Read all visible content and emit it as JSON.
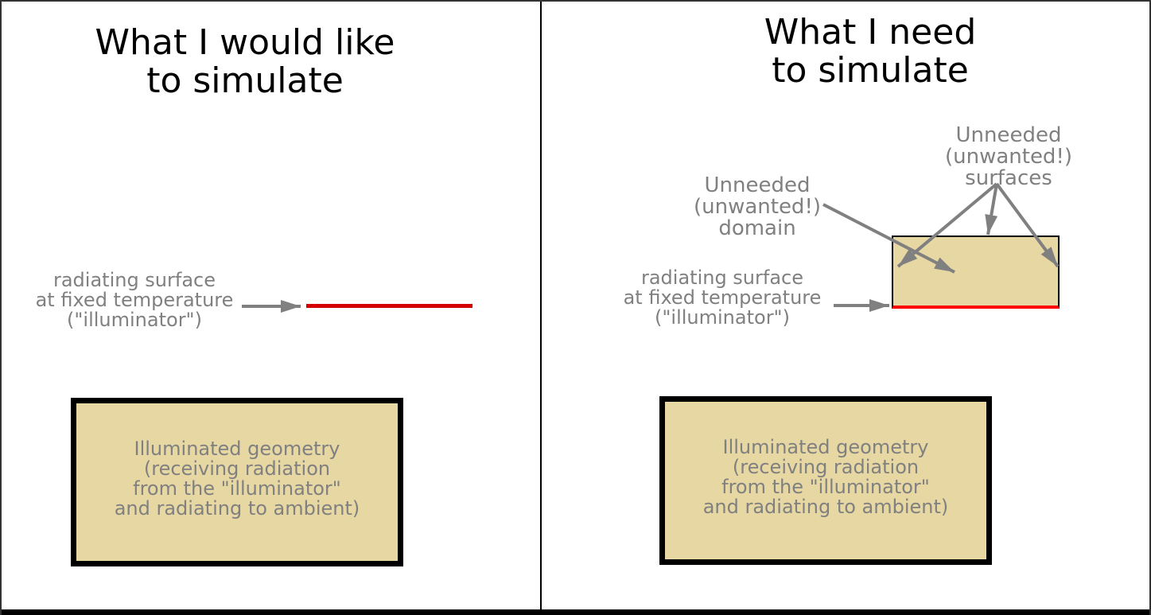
{
  "colors": {
    "tan": "#e6d7a3",
    "red_dark": "#d40000",
    "red_bright": "#ff0000",
    "gray": "#808080",
    "frame": "#000000"
  },
  "left": {
    "title": "What I would like\nto simulate",
    "radiating_label": "radiating surface\nat fixed temperature\n(\"illuminator\")",
    "box_label": "Illuminated geometry\n(receiving radiation\nfrom the \"illuminator\"\nand radiating to ambient)"
  },
  "right": {
    "title": "What I need\nto simulate",
    "surfaces_label": "Unneeded (unwanted!)\nsurfaces",
    "domain_label": "Unneeded (unwanted!)\ndomain",
    "radiating_label": "radiating surface\nat fixed temperature\n(\"illuminator\")",
    "box_label": "Illuminated geometry\n(receiving radiation\nfrom the \"illuminator\"\nand radiating to ambient)"
  }
}
